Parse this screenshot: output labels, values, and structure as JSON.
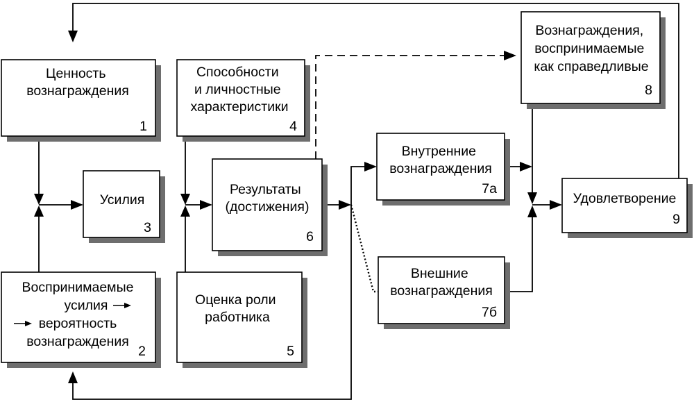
{
  "diagram": {
    "boxes": {
      "b1": {
        "lines": [
          "Ценность",
          "вознаграждения"
        ],
        "number": "1"
      },
      "b3": {
        "lines": [
          "Усилия"
        ],
        "number": "3"
      },
      "b2": {
        "lines": [
          "Воспринимаемые",
          "усилия",
          "вероятность",
          "вознаграждения"
        ],
        "number": "2"
      },
      "b4": {
        "lines": [
          "Способности",
          "и личностные",
          "характеристики"
        ],
        "number": "4"
      },
      "b5": {
        "lines": [
          "Оценка роли",
          "работника"
        ],
        "number": "5"
      },
      "b6": {
        "lines": [
          "Результаты",
          "(достижения)"
        ],
        "number": "6"
      },
      "b7a": {
        "lines": [
          "Внутренние",
          "вознаграждения"
        ],
        "number": "7а"
      },
      "b7b": {
        "lines": [
          "Внешние",
          "вознаграждения"
        ],
        "number": "7б"
      },
      "b8": {
        "lines": [
          "Вознаграждения,",
          "воспринимаемые",
          "как справедливые"
        ],
        "number": "8"
      },
      "b9": {
        "lines": [
          "Удовлетворение"
        ],
        "number": "9"
      }
    }
  }
}
